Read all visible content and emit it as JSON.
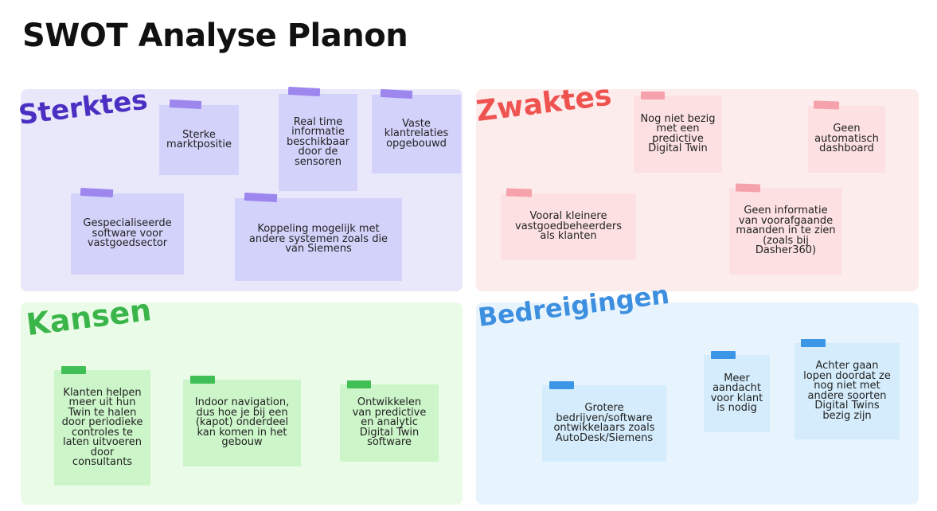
{
  "page": {
    "title": "SWOT Analyse Planon"
  },
  "colors": {
    "strengths": "#4a2fc2",
    "weaknesses": "#ef5350",
    "opportunities": "#3ab54a",
    "threats": "#3d8fe0"
  },
  "strengths": {
    "title": "Sterktes",
    "notes": [
      "Sterke marktpositie",
      "Real time informatie beschikbaar door de sensoren",
      "Vaste klantrelaties opgebouwd",
      "Gespecialiseerde software voor vastgoedsector",
      "Koppeling mogelijk met andere systemen zoals die van Siemens"
    ]
  },
  "weaknesses": {
    "title": "Zwaktes",
    "notes": [
      "Nog niet bezig met een predictive Digital Twin",
      "Geen automatisch dashboard",
      "Vooral kleinere vastgoedbeheerders als klanten",
      "Geen informatie van voorafgaande maanden in te zien (zoals bij Dasher360)"
    ]
  },
  "opportunities": {
    "title": "Kansen",
    "notes": [
      "Klanten helpen meer uit hun Twin te halen door periodieke controles te laten uitvoeren door consultants",
      "Indoor navigation, dus hoe je bij een (kapot) onderdeel kan komen in het gebouw",
      "Ontwikkelen van predictive en analytic Digital Twin software"
    ]
  },
  "threats": {
    "title": "Bedreigingen",
    "notes": [
      "Grotere bedrijven/software ontwikkelaars zoals AutoDesk/Siemens",
      "Meer aandacht voor klant is nodig",
      "Achter gaan lopen doordat ze nog niet met andere soorten Digital Twins bezig zijn"
    ]
  }
}
